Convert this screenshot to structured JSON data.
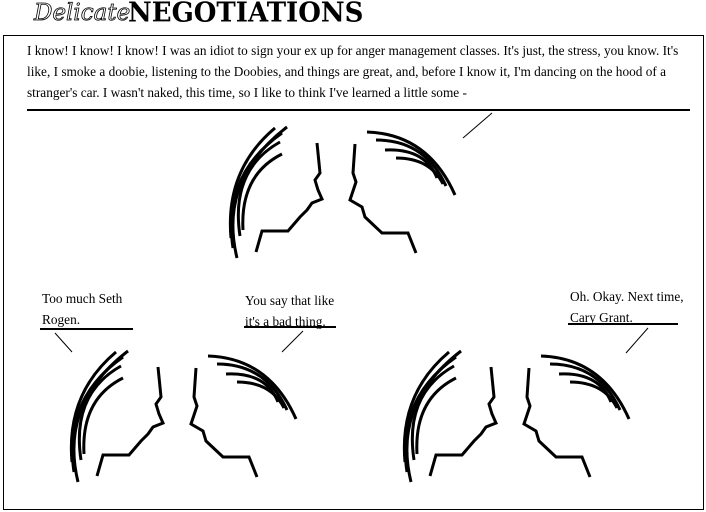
{
  "title": {
    "prefix": "Delicate",
    "main": "NEGOTIATIONS"
  },
  "panels": [
    {
      "speech": "I know! I know! I know! I was an idiot to sign your ex up for anger management classes. It's just, the stress, you know. It's like, I smoke a doobie, listening to the Doobies, and things are great, and, before I know it, I'm dancing on the hood of a stranger's car. I wasn't naked, this time, so I like to think I've learned a little some -"
    },
    {
      "speech": "Too much Seth Rogen."
    },
    {
      "speech": "You say that like it's a bad thing."
    },
    {
      "speech": "Oh. Okay. Next time, Cary Grant."
    }
  ]
}
